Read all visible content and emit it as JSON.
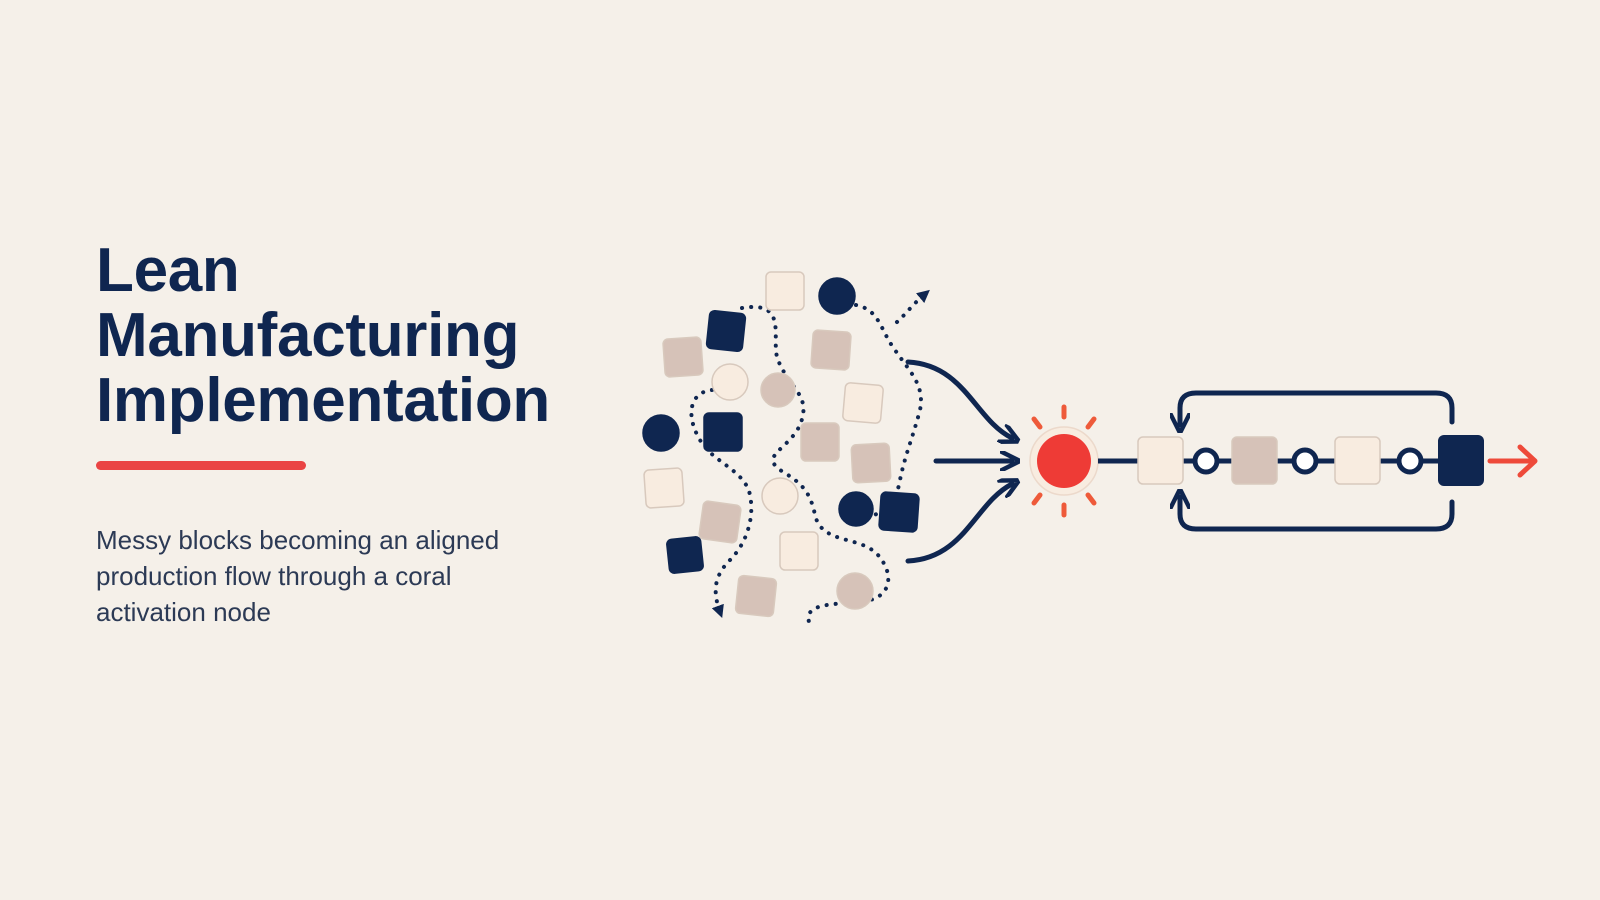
{
  "slide": {
    "title_lines": [
      "Lean",
      "Manufacturing",
      "Implementation"
    ],
    "subtitle": "Messy blocks becoming an aligned production flow through a coral activation node"
  },
  "colors": {
    "background": "#f5f0e9",
    "navy": "#0f2650",
    "coral": "#ee3b36",
    "accent_rule": "#ea4444",
    "cream": "#f8ece0",
    "taupe": "#d6c2b8",
    "block_outline": "#d8c9bd"
  },
  "diagram": {
    "chaos_cluster": {
      "squares": [
        "cream",
        "navy",
        "taupe",
        "taupe",
        "cream",
        "navy",
        "taupe",
        "taupe",
        "cream",
        "taupe",
        "cream",
        "navy",
        "navy",
        "taupe"
      ],
      "circles": [
        "navy",
        "cream",
        "taupe",
        "navy",
        "cream",
        "navy",
        "taupe"
      ]
    },
    "activation_node": {
      "color": "coral",
      "rays": 8
    },
    "production_line": {
      "stations": [
        "cream",
        "taupe",
        "cream",
        "navy"
      ],
      "connectors": 3,
      "feedback_loops": 2
    },
    "icons": [
      "curved-arrow-icon",
      "dotted-path-arrow-icon",
      "feedback-loop-arrow-icon",
      "output-arrow-icon"
    ]
  }
}
